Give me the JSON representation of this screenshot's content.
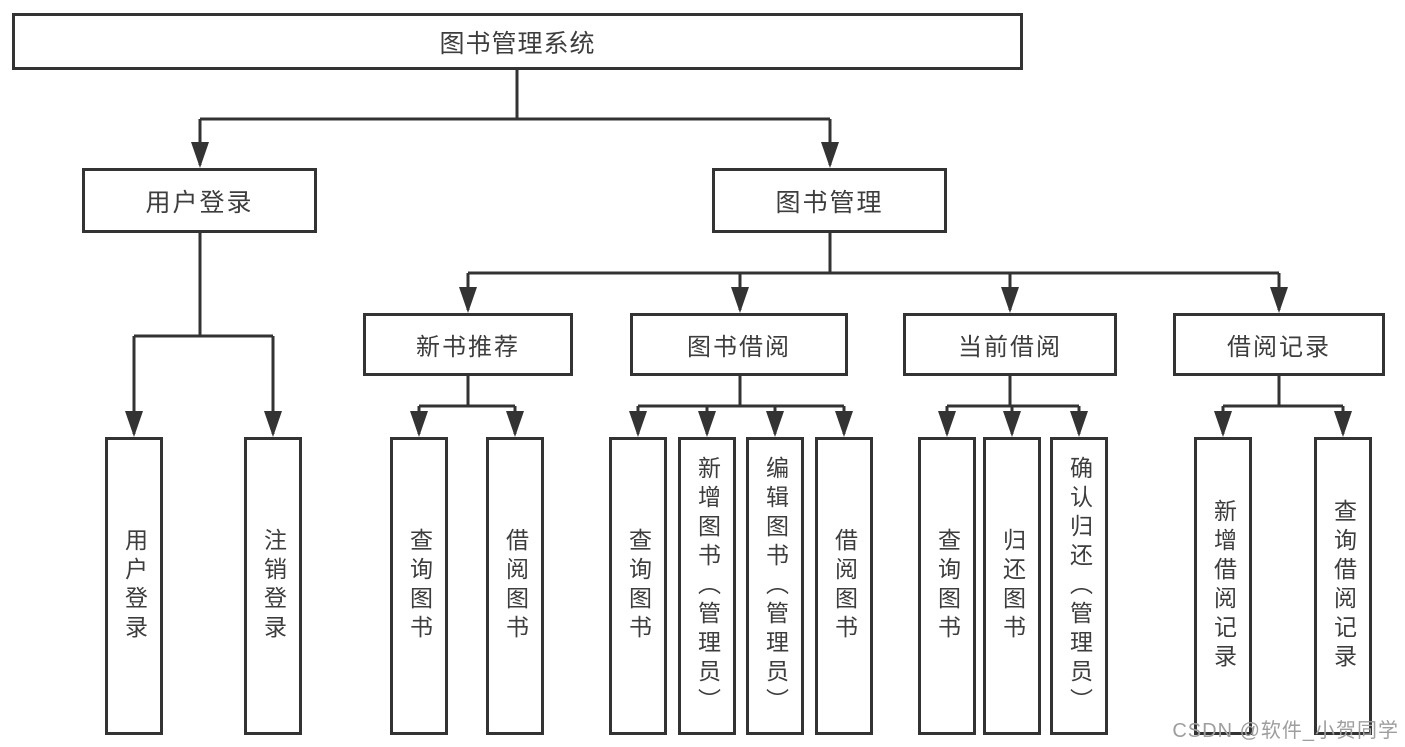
{
  "diagram": {
    "type": "hierarchy-tree",
    "colors": {
      "line": "#333333",
      "text": "#3d3d3d",
      "box_background": "#ffffff",
      "page_background": "#ffffff",
      "watermark": "#9e9e9e"
    },
    "tree": {
      "label": "图书管理系统",
      "children": [
        {
          "label": "用户登录",
          "children": [
            {
              "label": "用户登录"
            },
            {
              "label": "注销登录"
            }
          ]
        },
        {
          "label": "图书管理",
          "children": [
            {
              "label": "新书推荐",
              "children": [
                {
                  "label": "查询图书"
                },
                {
                  "label": "借阅图书"
                }
              ]
            },
            {
              "label": "图书借阅",
              "children": [
                {
                  "label": "查询图书"
                },
                {
                  "label": "新增图书（管理员）"
                },
                {
                  "label": "编辑图书（管理员）"
                },
                {
                  "label": "借阅图书"
                }
              ]
            },
            {
              "label": "当前借阅",
              "children": [
                {
                  "label": "查询图书"
                },
                {
                  "label": "归还图书"
                },
                {
                  "label": "确认归还（管理员）"
                }
              ]
            },
            {
              "label": "借阅记录",
              "children": [
                {
                  "label": "新增借阅记录"
                },
                {
                  "label": "查询借阅记录"
                }
              ]
            }
          ]
        }
      ]
    },
    "watermark": "CSDN @软件_小贺同学"
  }
}
